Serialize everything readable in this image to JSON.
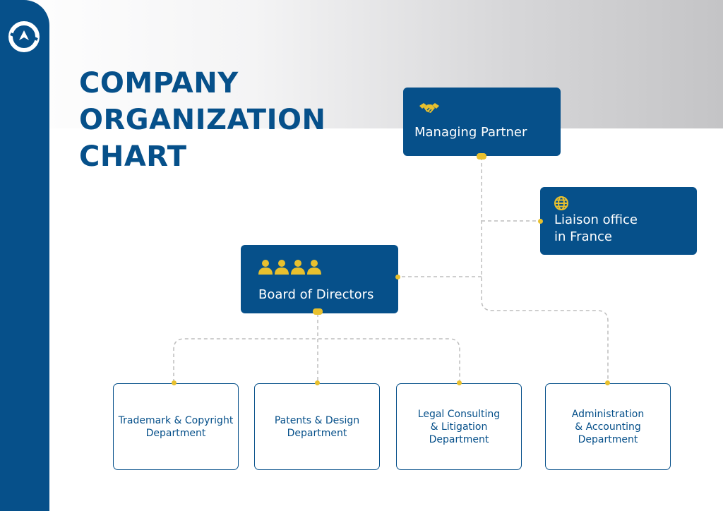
{
  "title": {
    "line1": "COMPANY",
    "line2": "ORGANIZATION",
    "line3": "CHART"
  },
  "colors": {
    "brand": "#06508a",
    "accent": "#e8c02e",
    "line": "#bdbdbd"
  },
  "managing_partner": {
    "label": "Managing Partner",
    "icon": "handshake-icon"
  },
  "liaison_office": {
    "label": "Liaison office\nin France",
    "icon": "globe-icon"
  },
  "board": {
    "label": "Board of Directors",
    "icon": "people-icon"
  },
  "departments": [
    {
      "label": "Trademark & Copyright\nDepartment"
    },
    {
      "label": "Patents & Design\nDepartment"
    },
    {
      "label": "Legal Consulting\n& Litigation\nDepartment"
    },
    {
      "label": "Administration\n& Accounting\nDepartment"
    }
  ]
}
